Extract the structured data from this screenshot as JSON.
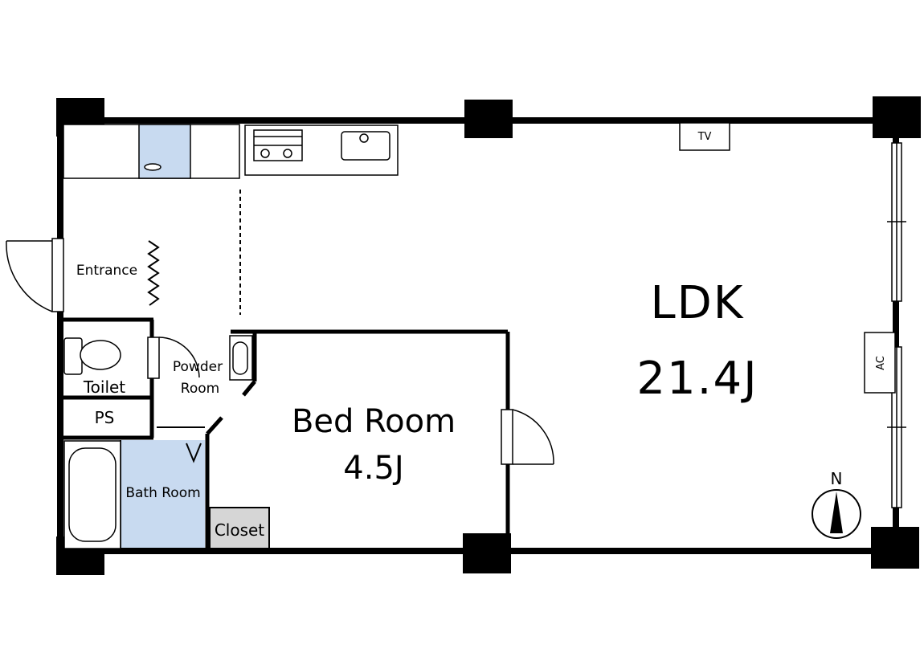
{
  "rooms": {
    "ldk": {
      "name": "LDK",
      "size": "21.4J"
    },
    "bedroom": {
      "name": "Bed Room",
      "size": "4.5J"
    },
    "bathroom": {
      "name": "Bath Room"
    },
    "closet": {
      "name": "Closet"
    },
    "toilet": {
      "name": "Toilet"
    },
    "ps": {
      "name": "PS"
    },
    "powder_room": {
      "line1": "Powder",
      "line2": "Room"
    },
    "entrance": {
      "name": "Entrance"
    }
  },
  "fixtures": {
    "tv": "TV",
    "ac": "AC"
  },
  "compass": {
    "label": "N"
  },
  "colors": {
    "wall": "#000000",
    "bath_fill": "#c8daf0",
    "closet_fill": "#d6d6d6",
    "background": "#ffffff"
  }
}
